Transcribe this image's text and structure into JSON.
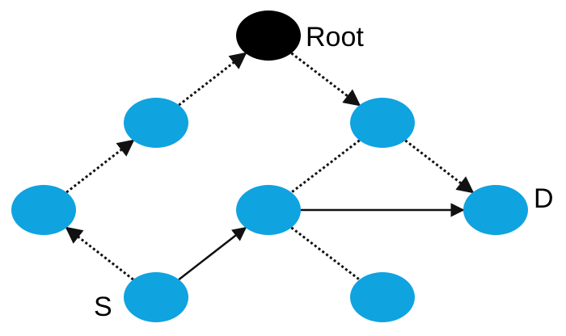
{
  "labels": {
    "root": "Root",
    "source": "S",
    "destination": "D"
  },
  "colors": {
    "node": "#0FA3E0",
    "root_node": "#000000",
    "edge": "#111111"
  },
  "edges": [
    {
      "from": "source",
      "to": "left",
      "style": "dotted",
      "arrow": true
    },
    {
      "from": "left",
      "to": "upper-left",
      "style": "dotted",
      "arrow": true
    },
    {
      "from": "upper-left",
      "to": "root",
      "style": "dotted",
      "arrow": true
    },
    {
      "from": "root",
      "to": "upper-right",
      "style": "dotted",
      "arrow": true
    },
    {
      "from": "upper-right",
      "to": "destination",
      "style": "dotted",
      "arrow": true
    },
    {
      "from": "upper-right",
      "to": "middle",
      "style": "dotted",
      "arrow": false
    },
    {
      "from": "middle",
      "to": "bottom-right",
      "style": "dotted",
      "arrow": false
    },
    {
      "from": "source",
      "to": "middle",
      "style": "solid",
      "arrow": true
    },
    {
      "from": "middle",
      "to": "destination",
      "style": "solid",
      "arrow": true
    }
  ]
}
